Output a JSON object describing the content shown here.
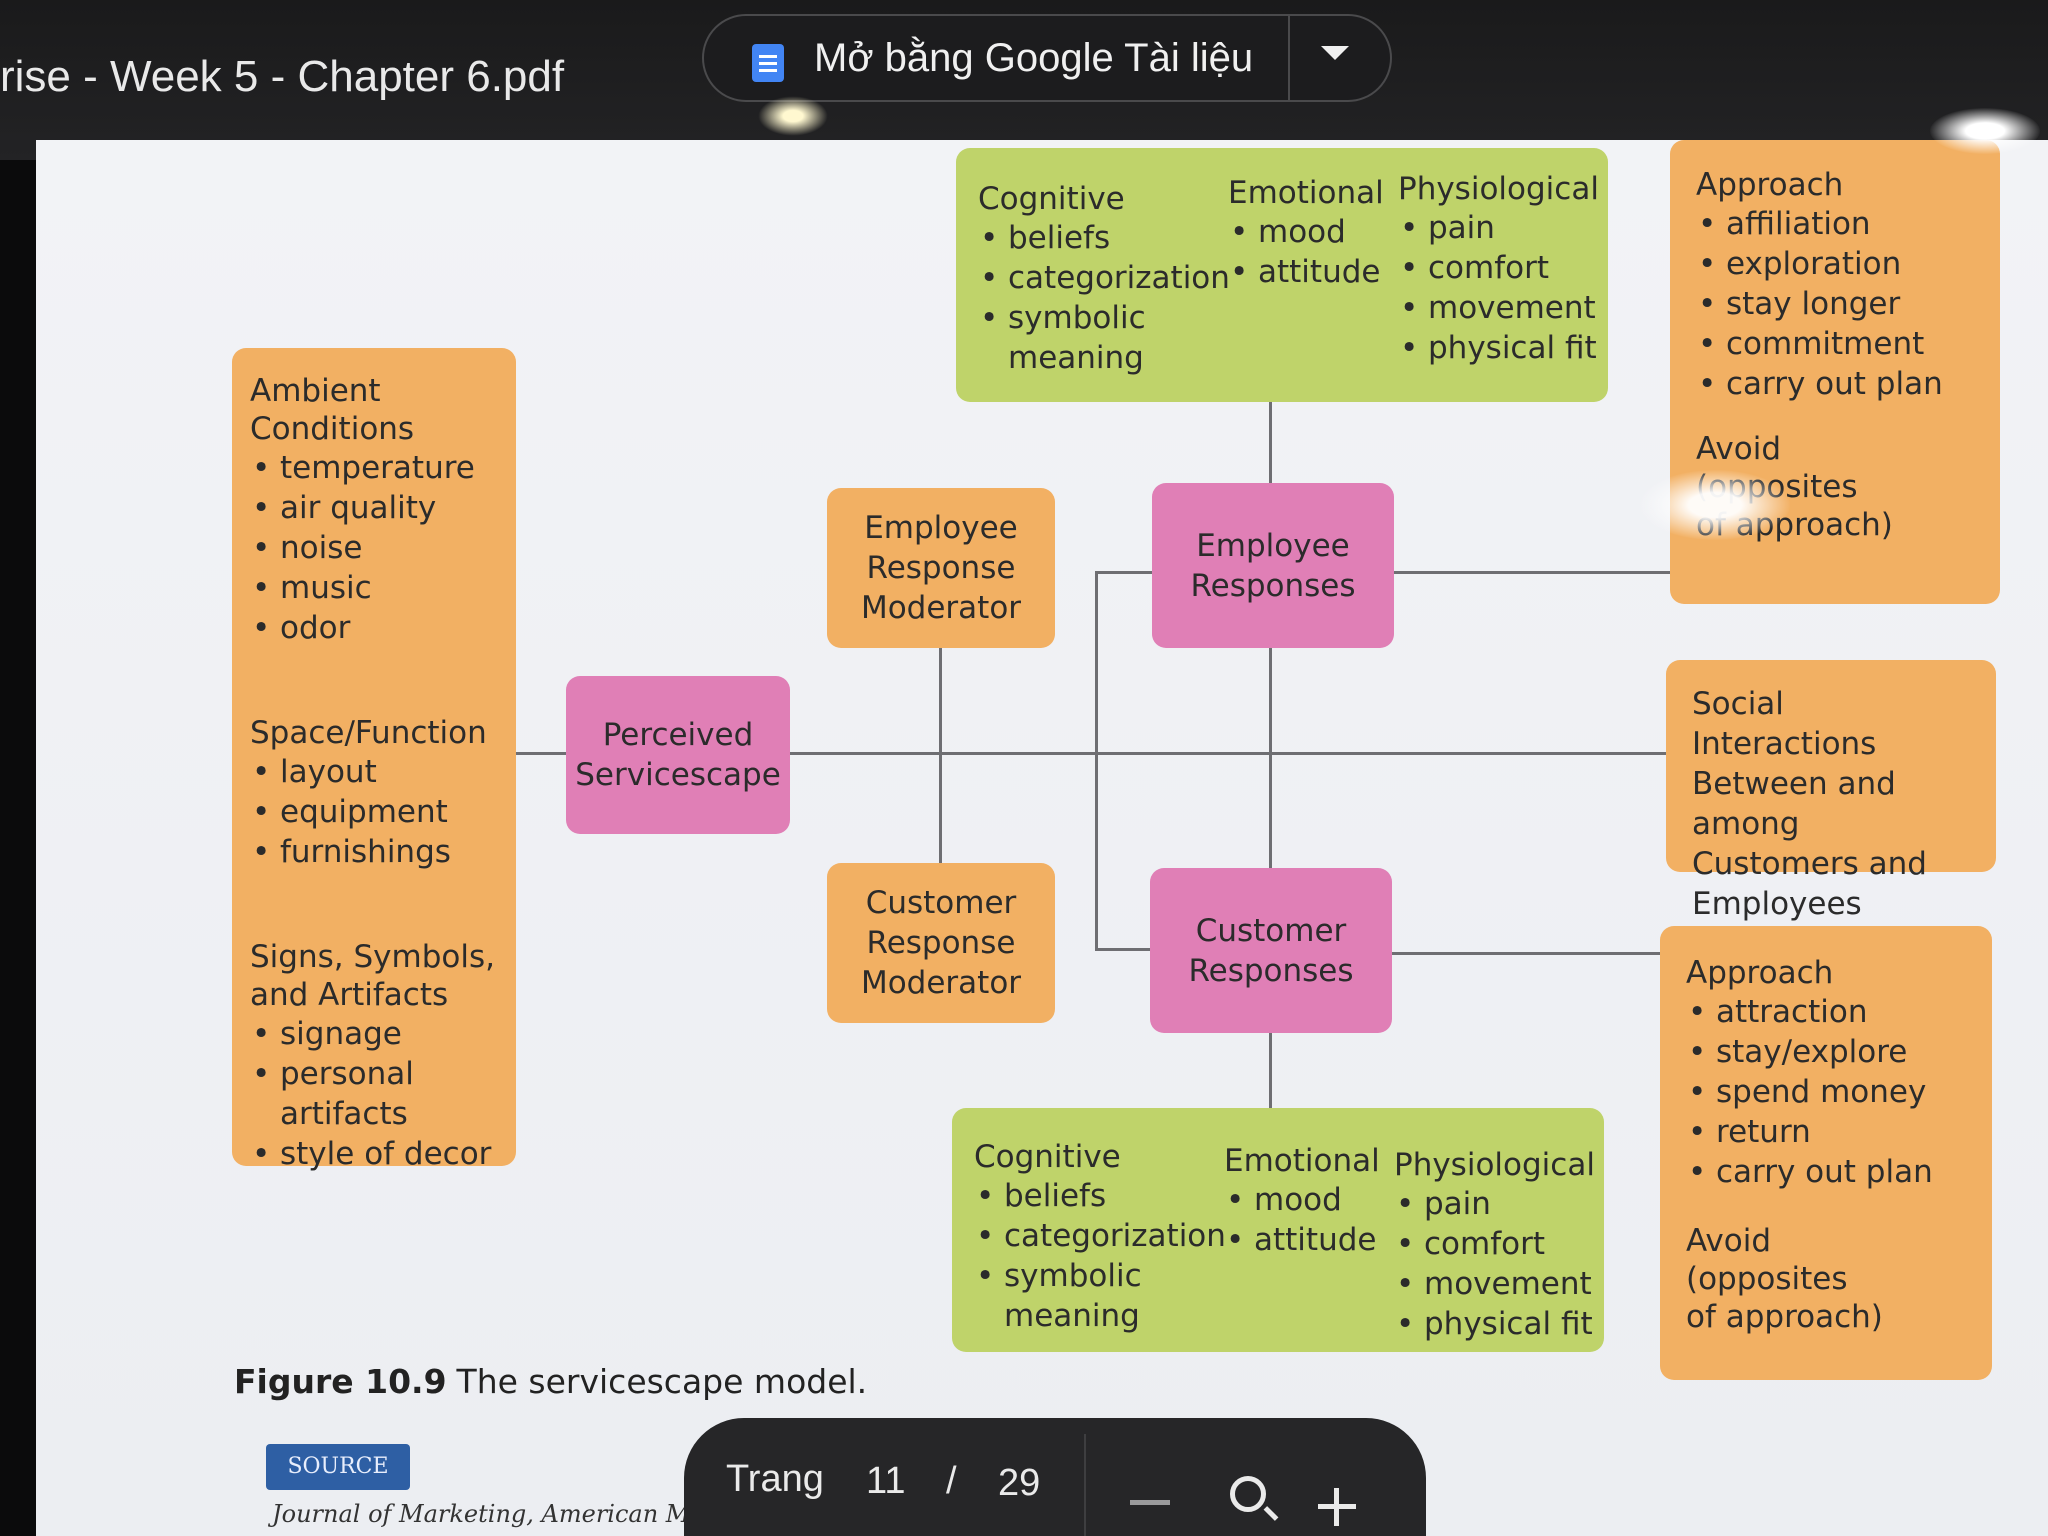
{
  "window": {
    "doc_title": "rise - Week 5 - Chapter 6.pdf",
    "open_with_label": "Mở bằng Google Tài liệu"
  },
  "diagram": {
    "environment": {
      "ambient": {
        "heading": "Ambient Conditions",
        "items": [
          "temperature",
          "air quality",
          "noise",
          "music",
          "odor"
        ]
      },
      "space": {
        "heading": "Space/Function",
        "items": [
          "layout",
          "equipment",
          "furnishings"
        ]
      },
      "signs": {
        "heading": "Signs, Symbols, and Artifacts",
        "items": [
          "signage",
          "personal artifacts",
          "style of decor"
        ]
      }
    },
    "perceived_servicescape": "Perceived Servicescape",
    "employee_moderator": "Employee Response Moderator",
    "customer_moderator": "Customer Response Moderator",
    "employee_responses": "Employee Responses",
    "customer_responses": "Customer Responses",
    "internal_top": {
      "cognitive": {
        "heading": "Cognitive",
        "items": [
          "beliefs",
          "categorization",
          "symbolic meaning"
        ]
      },
      "emotional": {
        "heading": "Emotional",
        "items": [
          "mood",
          "attitude"
        ]
      },
      "physiological": {
        "heading": "Physiological",
        "items": [
          "pain",
          "comfort",
          "movement",
          "physical fit"
        ]
      }
    },
    "internal_bottom": {
      "cognitive": {
        "heading": "Cognitive",
        "items": [
          "beliefs",
          "categorization",
          "symbolic meaning"
        ]
      },
      "emotional": {
        "heading": "Emotional",
        "items": [
          "mood",
          "attitude"
        ]
      },
      "physiological": {
        "heading": "Physiological",
        "items": [
          "pain",
          "comfort",
          "movement",
          "physical fit"
        ]
      }
    },
    "employee_behaviors": {
      "approach_heading": "Approach",
      "approach_items": [
        "affiliation",
        "exploration",
        "stay longer",
        "commitment",
        "carry out plan"
      ],
      "avoid_heading": "Avoid",
      "avoid_text": "(opposites of approach)"
    },
    "social_interactions": "Social Interactions Between and among Customers and Employees",
    "customer_behaviors": {
      "approach_heading": "Approach",
      "approach_items": [
        "attraction",
        "stay/explore",
        "spend money",
        "return",
        "carry out plan"
      ],
      "avoid_heading": "Avoid",
      "avoid_text": "(opposites of approach)"
    },
    "caption_label": "Figure 10.9",
    "caption_text": "The servicescape model.",
    "source_badge": "SOURCE",
    "source_text": "Journal of Marketing, American Marketing Asso"
  },
  "pager": {
    "word": "Trang",
    "current": "11",
    "separator": "/",
    "total": "29"
  },
  "colors": {
    "orange_box": "#f2b063",
    "green_box": "#bfd36a",
    "pink_box": "#e07fb6"
  }
}
